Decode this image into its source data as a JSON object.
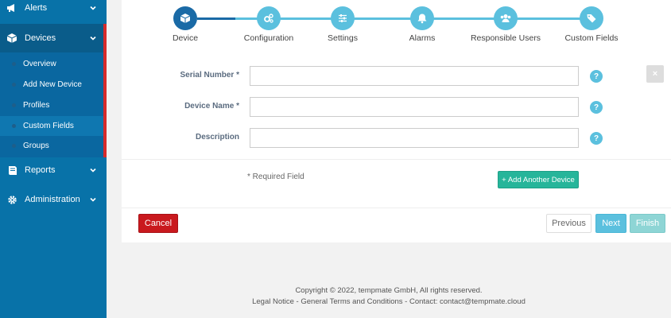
{
  "sidebar": {
    "items": [
      {
        "label": "Alerts"
      },
      {
        "label": "Devices"
      },
      {
        "label": "Reports"
      },
      {
        "label": "Administration"
      }
    ],
    "devices_subitems": [
      {
        "label": "Overview"
      },
      {
        "label": "Add New Device"
      },
      {
        "label": "Profiles"
      },
      {
        "label": "Custom Fields"
      },
      {
        "label": "Groups"
      }
    ]
  },
  "stepper": {
    "steps": [
      {
        "label": "Device",
        "icon": "cube-icon"
      },
      {
        "label": "Configuration",
        "icon": "cogs-icon"
      },
      {
        "label": "Settings",
        "icon": "sliders-icon"
      },
      {
        "label": "Alarms",
        "icon": "bell-icon"
      },
      {
        "label": "Responsible Users",
        "icon": "users-icon"
      },
      {
        "label": "Custom Fields",
        "icon": "tags-icon"
      }
    ],
    "current_index": 0
  },
  "form": {
    "serial_number": {
      "label": "Serial Number *",
      "value": "",
      "help": "?"
    },
    "device_name": {
      "label": "Device Name *",
      "value": "",
      "help": "?"
    },
    "description": {
      "label": "Description",
      "value": "",
      "help": "?"
    },
    "remove_symbol": "×",
    "required_note": "* Required Field",
    "add_another_label": "+ Add Another Device"
  },
  "actions": {
    "cancel": "Cancel",
    "previous": "Previous",
    "next": "Next",
    "finish": "Finish"
  },
  "footer": {
    "copyright": "Copyright © 2022, tempmate GmbH, All rights reserved.",
    "legal_notice": "Legal Notice",
    "sep1": " - ",
    "terms": "General Terms and Conditions",
    "sep2": " - Contact: ",
    "contact_email": "contact@tempmate.cloud"
  },
  "colors": {
    "sidebar": "#0872a8",
    "accent": "#5bc0de",
    "step_current": "#1a6aa6",
    "cancel": "#c9191e",
    "add_device": "#26b59a"
  }
}
